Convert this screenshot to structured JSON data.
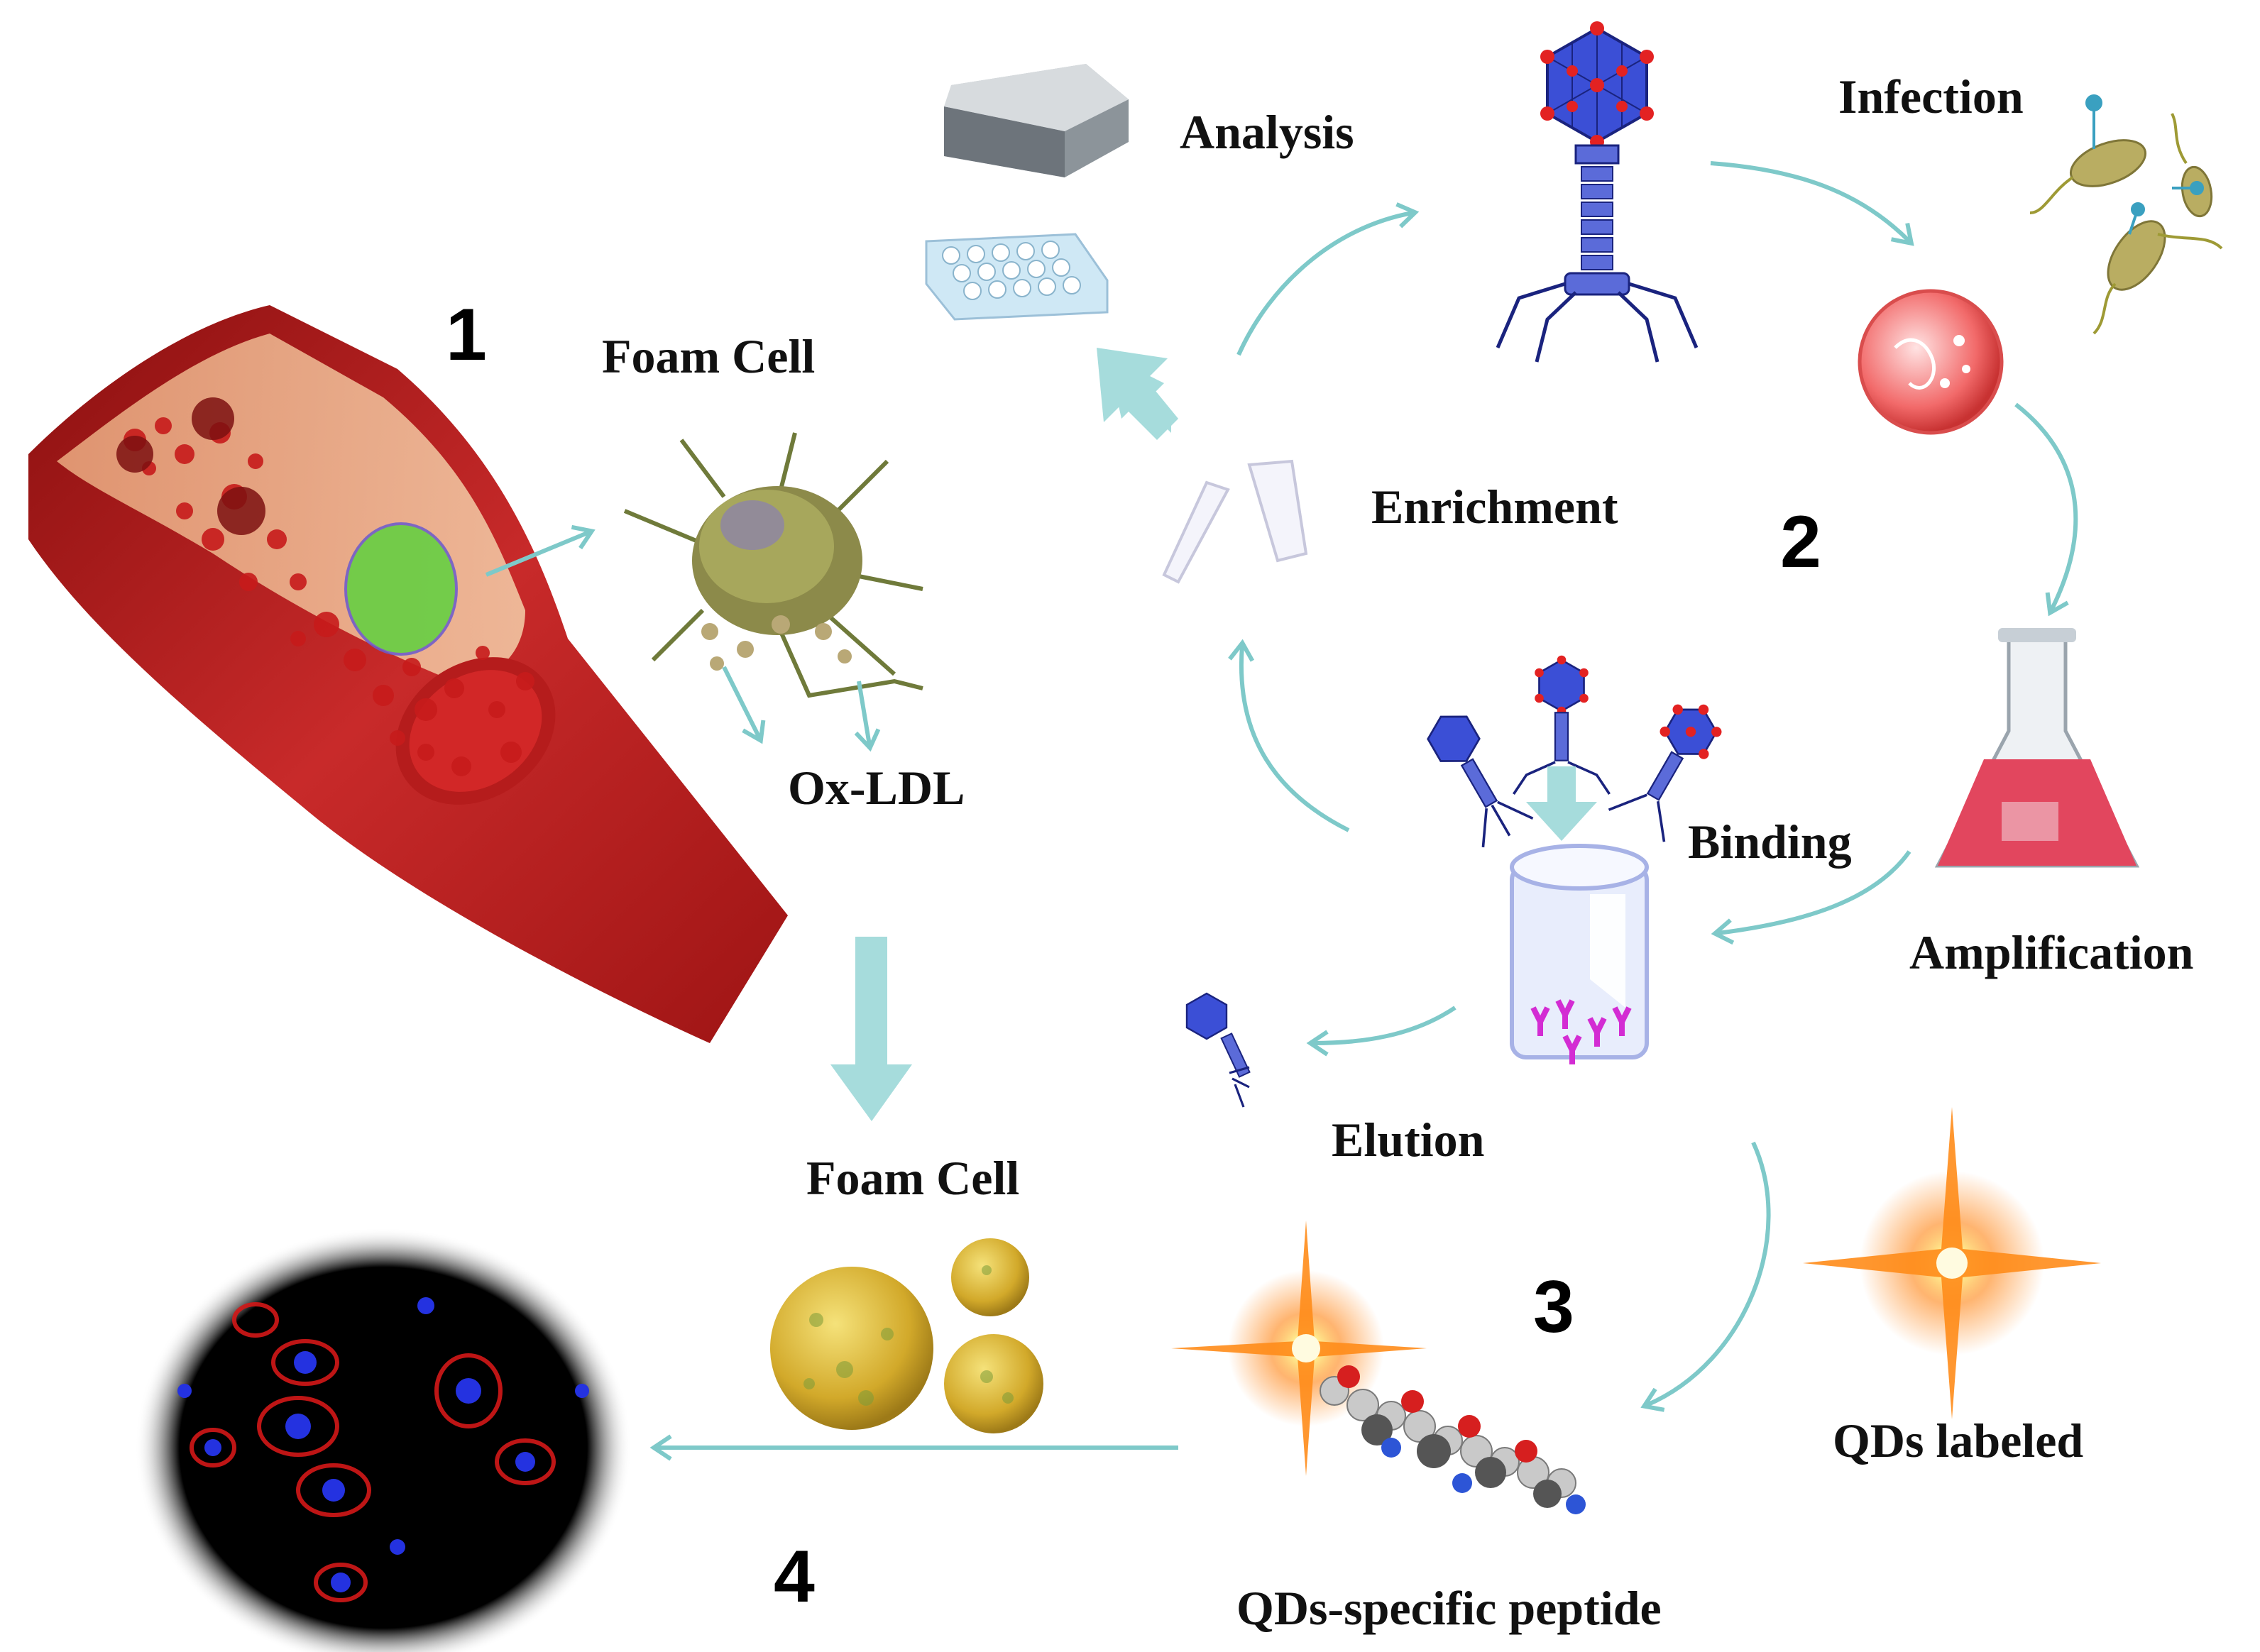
{
  "labels": {
    "analysis": "Analysis",
    "infection": "Infection",
    "foam_cell_top": "Foam Cell",
    "enrichment": "Enrichment",
    "ox_ldl": "Ox-LDL",
    "binding": "Binding",
    "amplification": "Amplification",
    "elution": "Elution",
    "foam_cell_bottom": "Foam Cell",
    "qds_labeled": "QDs labeled",
    "qds_specific_peptide": "QDs-specific peptide"
  },
  "step_numbers": {
    "one": "1",
    "two": "2",
    "three": "3",
    "four": "4"
  },
  "colors": {
    "arrow": "#7ec9c9",
    "arrow_fat": "#a6dcdc",
    "vessel": "#b31d1d",
    "blood_cell": "#c71b1b",
    "phage": "#2d3ec4",
    "phage_dot": "#e32222",
    "flask_liquid": "#e2465e",
    "foam_cell": "#d4b83a",
    "qd_glow": "#ff6a00"
  },
  "icons": [
    "blood-vessel-illustration",
    "foam-cell-macrophage-icon",
    "plate-reader-icon",
    "microplate-icon",
    "bacteriophage-icon",
    "bacteria-icon",
    "petri-dish-icon",
    "erlenmeyer-flask-icon",
    "microtubes-icon",
    "binding-well-icon",
    "foam-cell-spheres-icon",
    "fluorescence-micrograph",
    "quantum-dot-star-icon",
    "peptide-molecule-icon"
  ]
}
